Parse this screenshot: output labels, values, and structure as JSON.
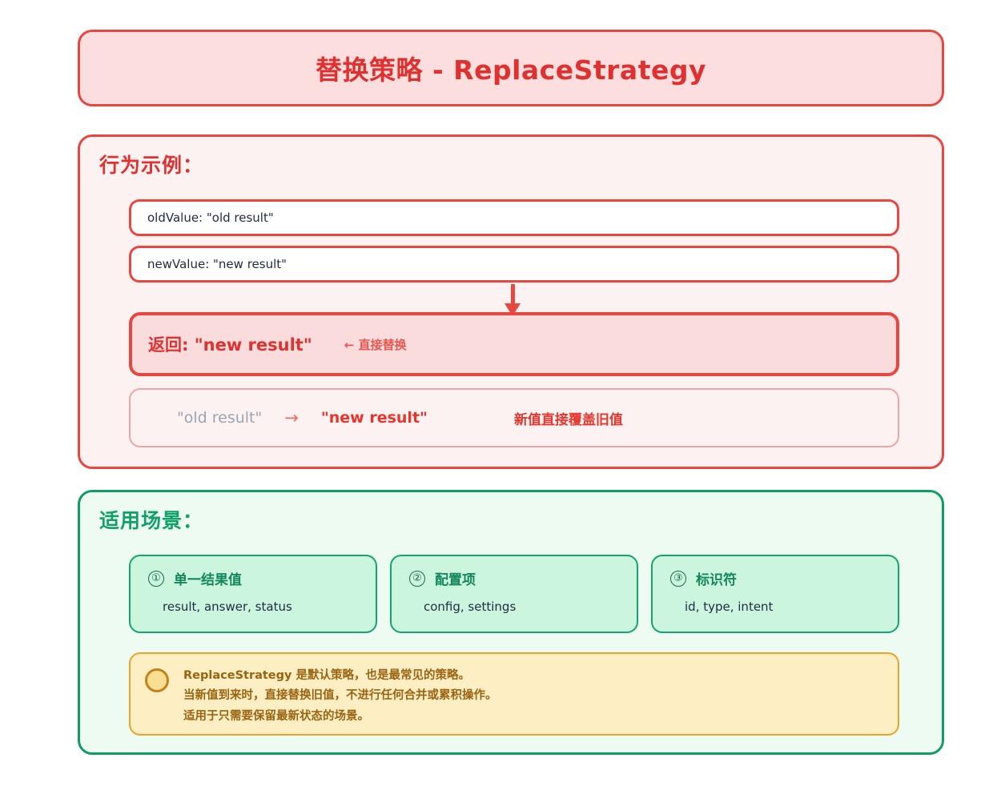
{
  "title": {
    "text": "替换策略 - ReplaceStrategy"
  },
  "behavior_section": {
    "heading": "行为示例：",
    "old_value_line": "oldValue: \"old result\"",
    "new_value_line": "newValue: \"new result\"",
    "arrow_icon": "arrow-down-icon",
    "result": {
      "label": "返回: \"new result\"",
      "note": "← 直接替换"
    },
    "transform": {
      "from": "\"old result\"",
      "arrow": "→",
      "to": "\"new result\"",
      "note": "新值直接覆盖旧值"
    }
  },
  "scenario_section": {
    "heading": "适用场景：",
    "cards": [
      {
        "number": "①",
        "title": "单一结果值",
        "examples": "result, answer, status"
      },
      {
        "number": "②",
        "title": "配置项",
        "examples": "config, settings"
      },
      {
        "number": "③",
        "title": "标识符",
        "examples": "id, type, intent"
      }
    ],
    "note": {
      "bullet_icon": "circle-bullet-icon",
      "lines": [
        "ReplaceStrategy 是默认策略，也是最常见的策略。",
        "当新值到来时，直接替换旧值，不进行任何合并或累积操作。",
        "适用于只需要保留最新状态的场景。"
      ]
    }
  },
  "colors": {
    "red_accent": "#e03131",
    "red_border": "#e8463f",
    "red_bg": "#fdf2f2",
    "red_banner_bg": "#fcdede",
    "green_accent": "#10a06a",
    "green_border": "#0f9d62",
    "green_bg": "#edfbf3",
    "green_card_bg": "#ccf5dd",
    "yellow_bg": "#fdeec4",
    "yellow_border": "#e8a427",
    "yellow_text": "#9a6410",
    "muted_text": "#9aa5b1",
    "dark_text": "#1f2a44"
  }
}
